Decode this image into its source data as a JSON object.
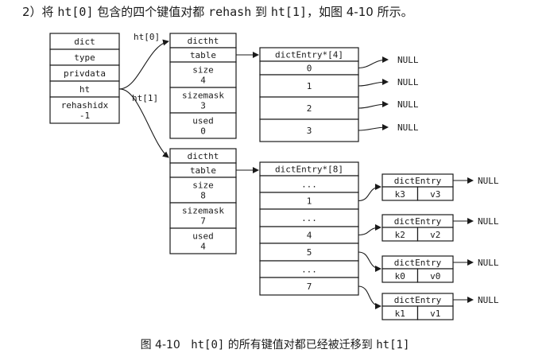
{
  "heading": {
    "prefix": "2）将",
    "code1": "ht[0]",
    "middle": "包含的四个键值对都",
    "code2": "rehash",
    "to": "到",
    "code3": "ht[1]",
    "suffix": "，如图 4-10 所示。"
  },
  "caption": {
    "label": "图 4-10",
    "code1": "ht[0]",
    "middle": "的所有键值对都已经被迁移到",
    "code2": "ht[1]"
  },
  "dict": {
    "fields": [
      "dict",
      "type",
      "privdata",
      "ht",
      "rehashidx\n-1"
    ]
  },
  "edge_labels": {
    "ht0": "ht[0]",
    "ht1": "ht[1]"
  },
  "dictht0": {
    "fields": [
      "dictht",
      "table",
      "size\n4",
      "sizemask\n3",
      "used\n0"
    ]
  },
  "table0": {
    "header": "dictEntry*[4]",
    "slots": [
      "0",
      "1",
      "2",
      "3"
    ],
    "null_label": "NULL"
  },
  "dictht1": {
    "fields": [
      "dictht",
      "table",
      "size\n8",
      "sizemask\n7",
      "used\n4"
    ]
  },
  "table1": {
    "header": "dictEntry*[8]",
    "slots": [
      "...",
      "1",
      "...",
      "4",
      "5",
      "...",
      "7"
    ]
  },
  "entries": [
    {
      "title": "dictEntry",
      "key": "k3",
      "value": "v3",
      "next": "NULL"
    },
    {
      "title": "dictEntry",
      "key": "k2",
      "value": "v2",
      "next": "NULL"
    },
    {
      "title": "dictEntry",
      "key": "k0",
      "value": "v0",
      "next": "NULL"
    },
    {
      "title": "dictEntry",
      "key": "k1",
      "value": "v1",
      "next": "NULL"
    }
  ]
}
